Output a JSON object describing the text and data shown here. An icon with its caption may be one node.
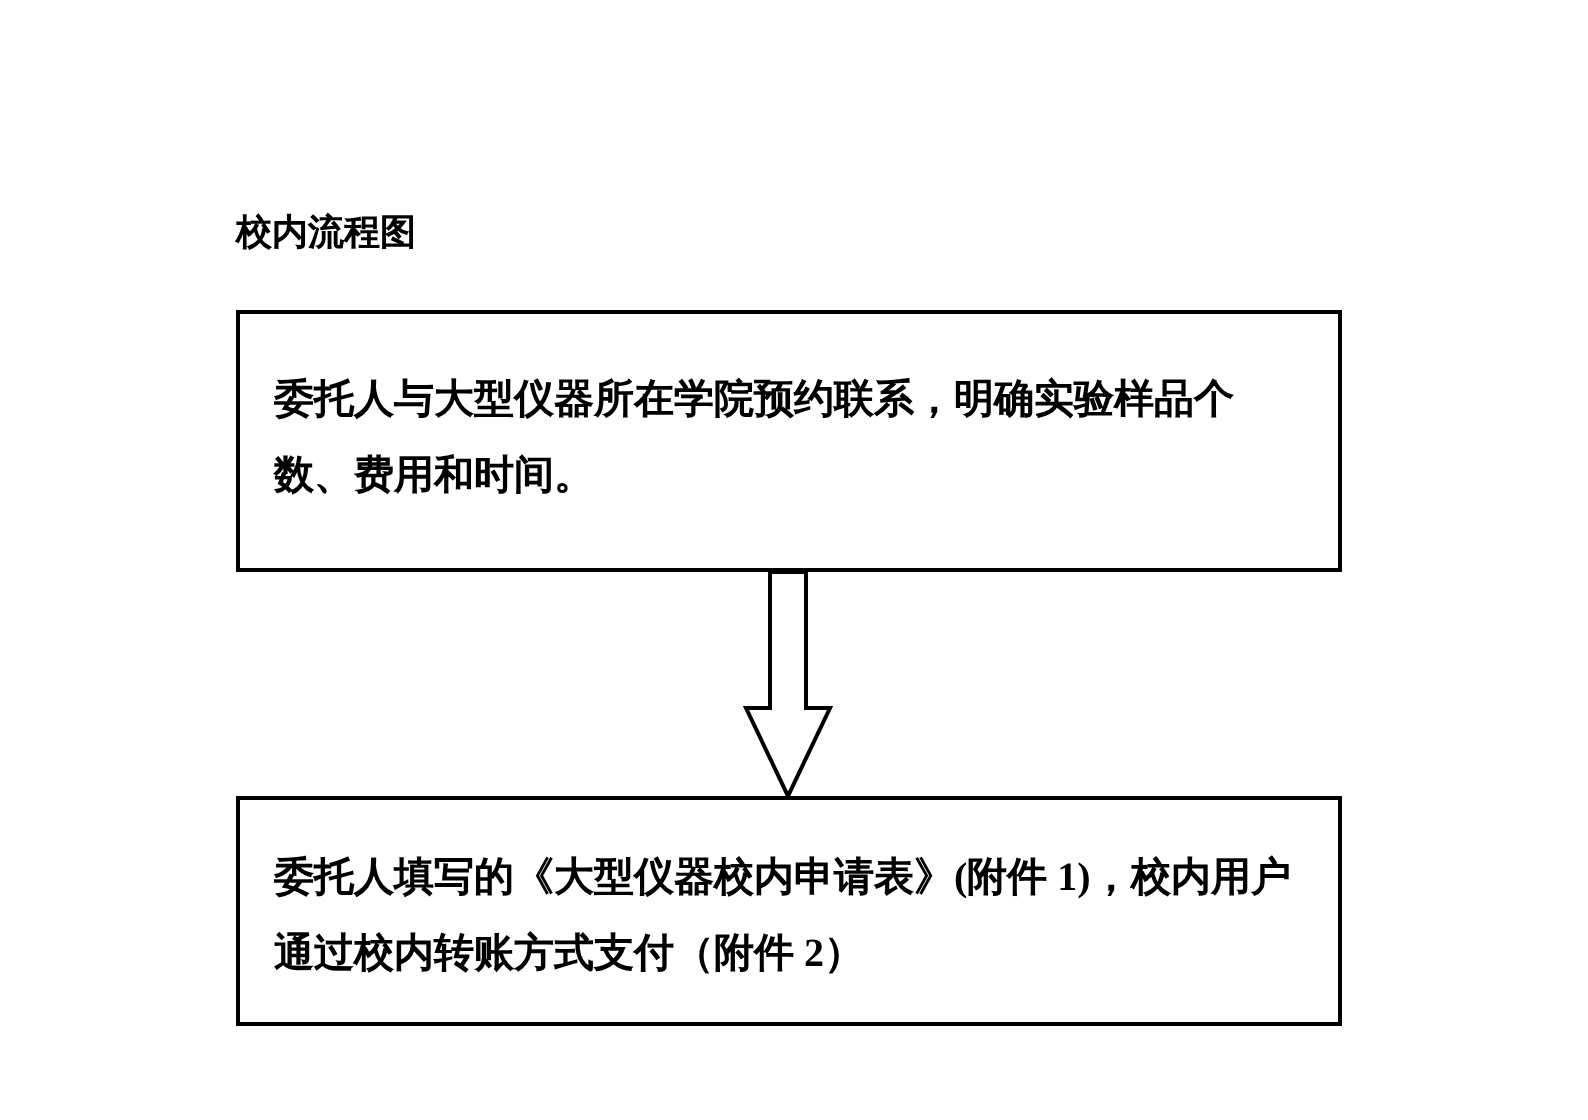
{
  "diagram": {
    "title": "校内流程图",
    "nodes": [
      {
        "text": [
          "委托人与大型仪器所在学院预约联系，明确实验样品个数、费用和时间。"
        ]
      },
      {
        "text": [
          "委托人填写的《大型仪器校内申请表》(附件 1)，校内用户通过校内转账方式支付（附件 2）"
        ]
      }
    ],
    "edges": [
      {
        "from": 0,
        "to": 1,
        "arrow": "to"
      }
    ]
  }
}
